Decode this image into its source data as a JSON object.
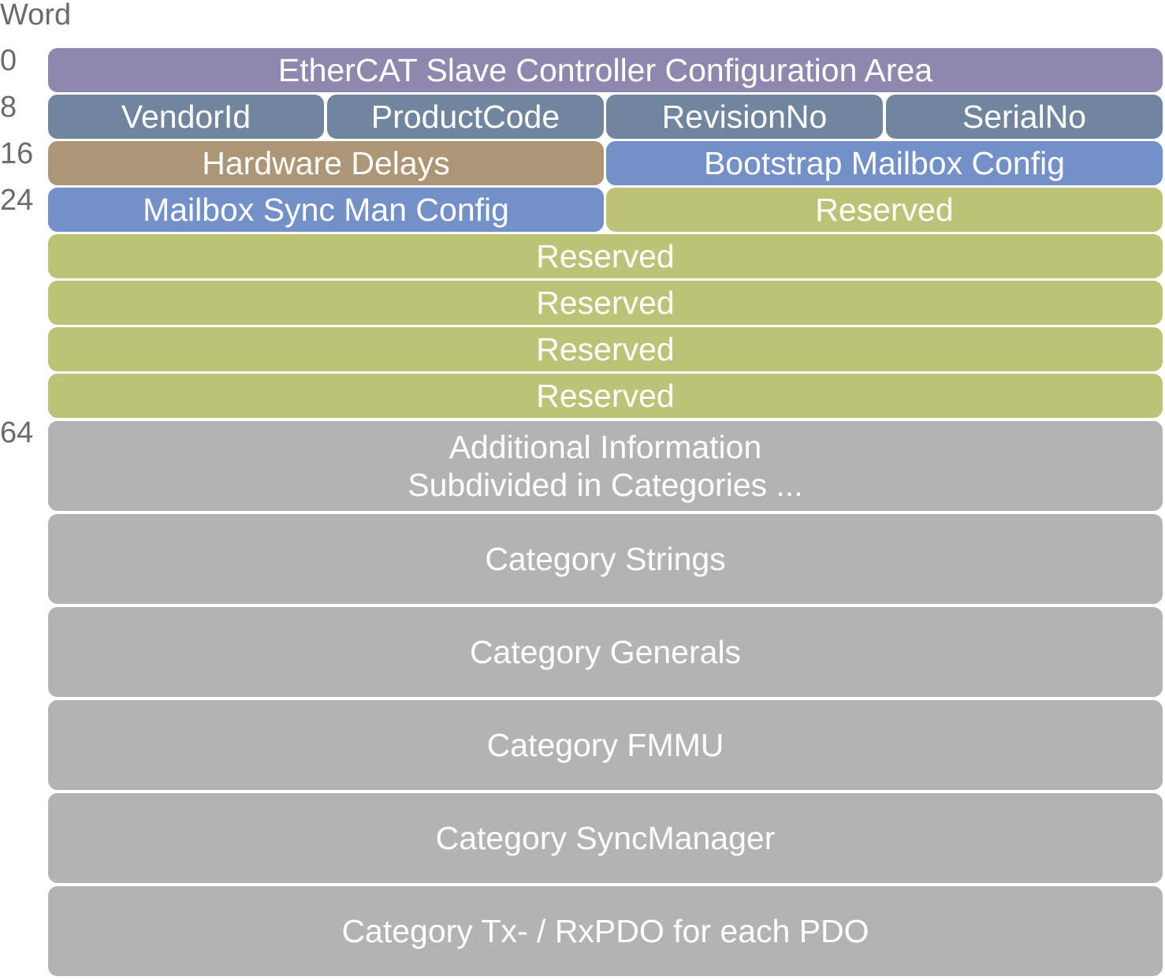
{
  "header": {
    "word_label": "Word"
  },
  "offsets": [
    "0",
    "8",
    "16",
    "24",
    "64"
  ],
  "colors": {
    "config_area": "#8e88ae",
    "identity": "#71869e",
    "hardware_delays": "#ad9676",
    "mailbox": "#7490c8",
    "reserved": "#bcc377",
    "category": "#b2b3b2",
    "label_gray": "#6b6b6b"
  },
  "blocks": {
    "config_area": "EtherCAT Slave Controller Configuration Area",
    "vendor_id": "VendorId",
    "product_code": "ProductCode",
    "revision_no": "RevisionNo",
    "serial_no": "SerialNo",
    "hardware_delays": "Hardware Delays",
    "bootstrap_mailbox_config": "Bootstrap Mailbox Config",
    "mailbox_sync_man_config": "Mailbox Sync Man Config",
    "reserved_half": "Reserved",
    "reserved_rows": [
      "Reserved",
      "Reserved",
      "Reserved",
      "Reserved"
    ],
    "additional_information": "Additional Information\nSubdivided in Categories ...",
    "categories": [
      "Category Strings",
      "Category Generals",
      "Category FMMU",
      "Category SyncManager",
      "Category Tx- / RxPDO for each PDO"
    ]
  }
}
